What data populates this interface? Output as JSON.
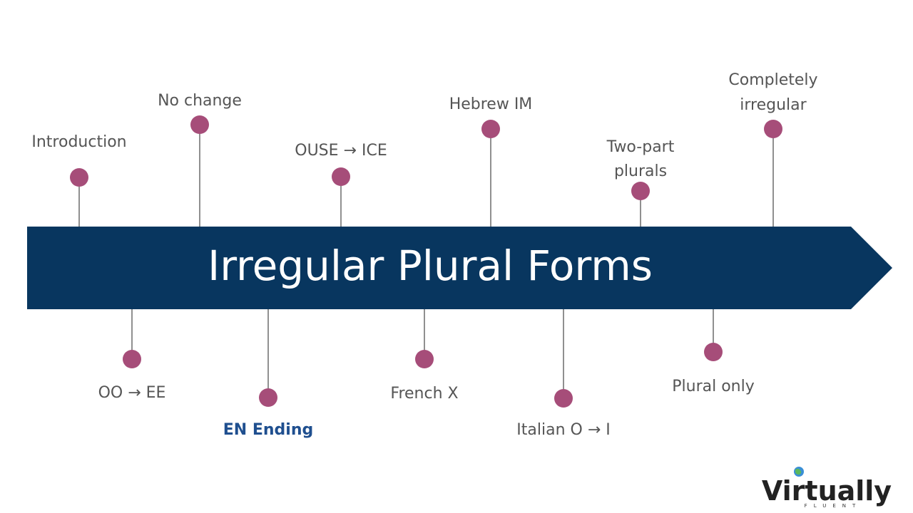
{
  "banner": {
    "title": "Irregular Plural Forms",
    "color": "#08365f"
  },
  "milestones": [
    {
      "id": "introduction",
      "label": [
        "Introduction"
      ],
      "side": "above",
      "active": false
    },
    {
      "id": "oo-ee",
      "label": [
        "OO → EE"
      ],
      "side": "below",
      "active": false
    },
    {
      "id": "no-change",
      "label": [
        "No change"
      ],
      "side": "above",
      "active": false
    },
    {
      "id": "en-ending",
      "label": [
        "EN Ending"
      ],
      "side": "below",
      "active": true
    },
    {
      "id": "ouse-ice",
      "label": [
        "OUSE → ICE"
      ],
      "side": "above",
      "active": false
    },
    {
      "id": "french-x",
      "label": [
        "French X"
      ],
      "side": "below",
      "active": false
    },
    {
      "id": "hebrew-im",
      "label": [
        "Hebrew IM"
      ],
      "side": "above",
      "active": false
    },
    {
      "id": "italian-o-i",
      "label": [
        "Italian O → I"
      ],
      "side": "below",
      "active": false
    },
    {
      "id": "two-part-plurals",
      "label": [
        "Two-part",
        "plurals"
      ],
      "side": "above",
      "active": false
    },
    {
      "id": "plural-only",
      "label": [
        "Plural only"
      ],
      "side": "below",
      "active": false
    },
    {
      "id": "completely-irregular",
      "label": [
        "Completely",
        "irregular"
      ],
      "side": "above",
      "active": false
    }
  ],
  "colors": {
    "dot": "#a64d79",
    "label": "#555555",
    "active_label": "#1f4f8f"
  },
  "logo": {
    "text": "Virtually",
    "subtext": "FLUENT",
    "globe_icon": "globe-icon"
  }
}
